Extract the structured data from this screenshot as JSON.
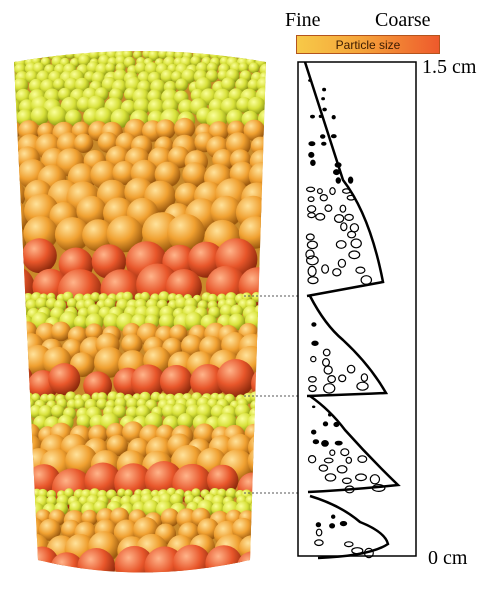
{
  "legend": {
    "fine_label": "Fine",
    "coarse_label": "Coarse",
    "bar_label": "Particle size",
    "gradient_colors": [
      "#f7c948",
      "#f5a43a",
      "#ee5a2c"
    ]
  },
  "axis": {
    "top_label": "1.5 cm",
    "bottom_label": "0 cm"
  },
  "colors": {
    "fine": "#d8e13a",
    "medium": "#f0a030",
    "coarse": "#e8562a",
    "outline": "#000000",
    "connector": "#555555"
  },
  "layers": [
    {
      "name": "layer-1",
      "grading": "fine-to-coarse"
    },
    {
      "name": "layer-2",
      "grading": "fine-to-coarse"
    },
    {
      "name": "layer-3",
      "grading": "fine-to-coarse"
    },
    {
      "name": "layer-4",
      "grading": "fine-to-coarse"
    }
  ]
}
